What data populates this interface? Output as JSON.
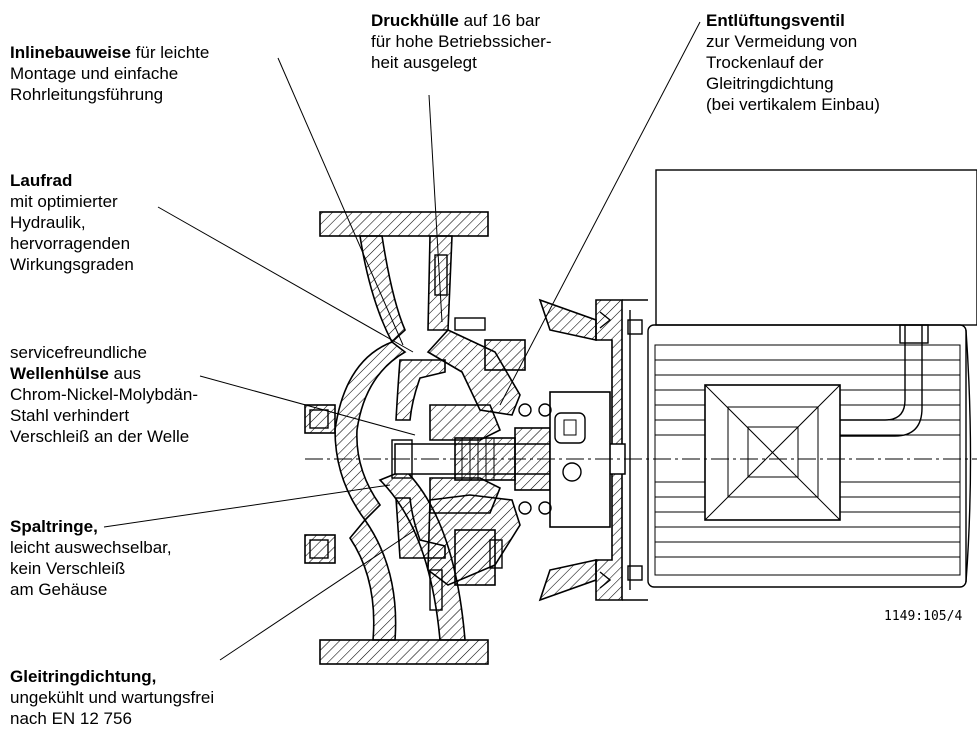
{
  "labels": {
    "inline": {
      "bold": "Inlinebauweise",
      "lines": [
        " für leichte",
        "Montage und einfache",
        "Rohrleitungsführung"
      ]
    },
    "druck": {
      "bold": "Druckhülle",
      "lines": [
        " auf 16 bar",
        "für hohe Betriebssicher-",
        "heit ausgelegt"
      ]
    },
    "entl": {
      "bold": "Entlüftungsventil",
      "lines": [
        "zur Vermeidung von",
        "Trockenlauf der",
        "Gleitringdichtung",
        "(bei vertikalem Einbau)"
      ]
    },
    "laufrad": {
      "bold": "Laufrad",
      "lines": [
        "mit optimierter",
        "Hydraulik,",
        "hervorragenden",
        "Wirkungsgraden"
      ]
    },
    "wellen": {
      "pre": "servicefreundliche",
      "bold": "Wellenhülse",
      "after": " aus",
      "lines": [
        "Chrom-Nickel-Molybdän-",
        "Stahl verhindert",
        "Verschleiß an der Welle"
      ]
    },
    "spalt": {
      "bold": "Spaltringe,",
      "lines": [
        "leicht auswechselbar,",
        "kein Verschleiß",
        "am Gehäuse"
      ]
    },
    "gleit": {
      "bold": "Gleitringdichtung,",
      "lines": [
        "ungekühlt und wartungsfrei",
        "nach EN 12 756"
      ]
    }
  },
  "drawing_ref": "1149:105/4"
}
